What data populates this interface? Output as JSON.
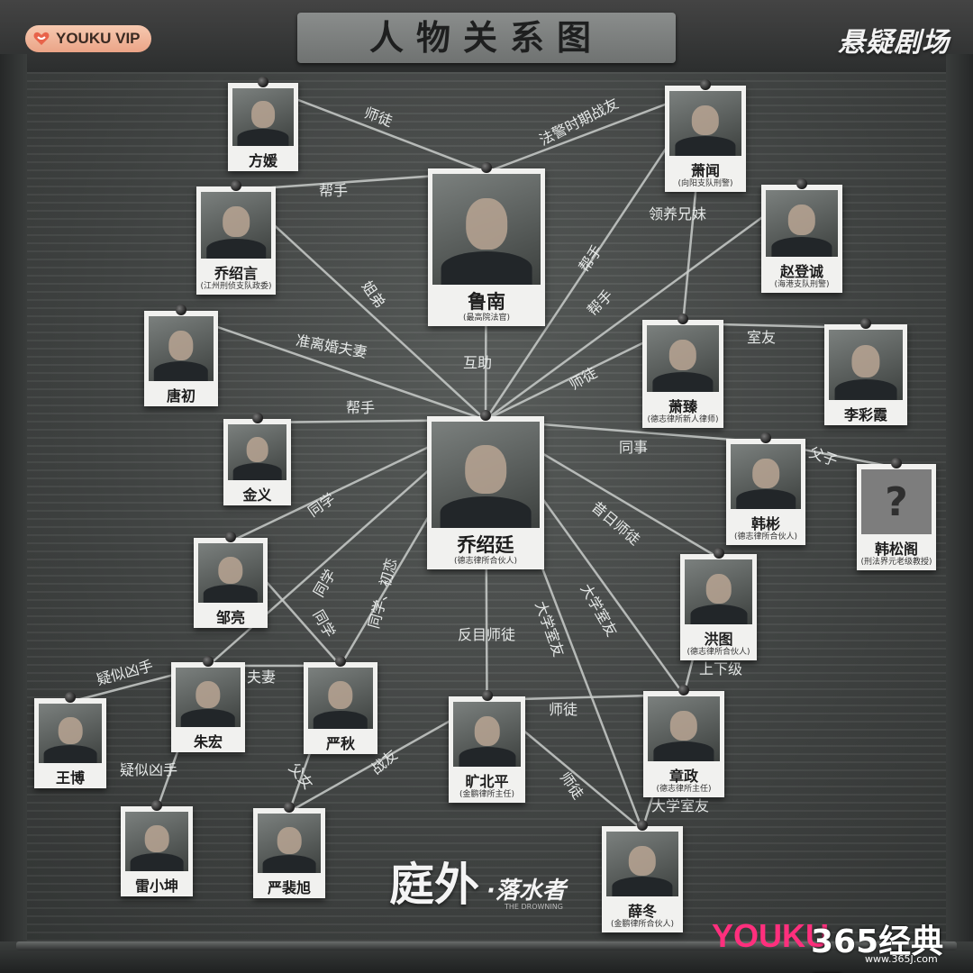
{
  "header": {
    "vip_label": "YOUKU VIP",
    "title": "人物关系图",
    "channel": "悬疑剧场"
  },
  "characters": [
    {
      "id": "fangyuan",
      "name": "方媛",
      "role": ""
    },
    {
      "id": "xiaowen",
      "name": "萧闻",
      "role": "(向阳支队刑警)"
    },
    {
      "id": "qiaoshaoyan",
      "name": "乔绍言",
      "role": "(江州刑侦支队政委)"
    },
    {
      "id": "lunan",
      "name": "鲁南",
      "role": "(最高院法官)"
    },
    {
      "id": "zhaozhicheng",
      "name": "赵登诚",
      "role": "(海港支队刑警)"
    },
    {
      "id": "tangchu",
      "name": "唐初",
      "role": ""
    },
    {
      "id": "xiaozhen",
      "name": "萧臻",
      "role": "(德志律所新人律师)"
    },
    {
      "id": "licaixia",
      "name": "李彩霞",
      "role": ""
    },
    {
      "id": "jinyi",
      "name": "金义",
      "role": ""
    },
    {
      "id": "qiaoshaoting",
      "name": "乔绍廷",
      "role": "(德志律所合伙人)"
    },
    {
      "id": "hanbin",
      "name": "韩彬",
      "role": "(德志律所合伙人)"
    },
    {
      "id": "hansongge",
      "name": "韩松阁",
      "role": "(刑法界元老级教授)",
      "unknown": true
    },
    {
      "id": "zouliang",
      "name": "邹亮",
      "role": ""
    },
    {
      "id": "hongtu",
      "name": "洪图",
      "role": "(德志律所合伙人)"
    },
    {
      "id": "zhuhong",
      "name": "朱宏",
      "role": ""
    },
    {
      "id": "yanqiu",
      "name": "严秋",
      "role": ""
    },
    {
      "id": "wangbo",
      "name": "王博",
      "role": ""
    },
    {
      "id": "kuangbeiping",
      "name": "旷北平",
      "role": "(金鹏律所主任)"
    },
    {
      "id": "zhangzheng",
      "name": "章政",
      "role": "(德志律所主任)"
    },
    {
      "id": "leixiaokun",
      "name": "雷小坤",
      "role": ""
    },
    {
      "id": "yanfeixu",
      "name": "严裴旭",
      "role": ""
    },
    {
      "id": "xuedong",
      "name": "薛冬",
      "role": "(金鹏律所合伙人)"
    }
  ],
  "relations": [
    {
      "from": "fangyuan",
      "to": "lunan",
      "label": "师徒"
    },
    {
      "from": "xiaowen",
      "to": "lunan",
      "label": "法警时期战友"
    },
    {
      "from": "qiaoshaoyan",
      "to": "lunan",
      "label": "帮手"
    },
    {
      "from": "qiaoshaoyan",
      "to": "qiaoshaoting",
      "label": "姐弟"
    },
    {
      "from": "tangchu",
      "to": "qiaoshaoting",
      "label": "准离婚夫妻"
    },
    {
      "from": "lunan",
      "to": "qiaoshaoting",
      "label": "互助"
    },
    {
      "from": "xiaowen",
      "to": "qiaoshaoting",
      "label": "帮手"
    },
    {
      "from": "zhaozhicheng",
      "to": "qiaoshaoting",
      "label": "帮手"
    },
    {
      "from": "xiaowen",
      "to": "xiaozhen",
      "label": "领养兄妹"
    },
    {
      "from": "xiaozhen",
      "to": "qiaoshaoting",
      "label": "师徒"
    },
    {
      "from": "xiaozhen",
      "to": "licaixia",
      "label": "室友"
    },
    {
      "from": "jinyi",
      "to": "qiaoshaoting",
      "label": "帮手"
    },
    {
      "from": "qiaoshaoting",
      "to": "hanbin",
      "label": "同事"
    },
    {
      "from": "hanbin",
      "to": "hansongge",
      "label": "父子"
    },
    {
      "from": "qiaoshaoting",
      "to": "hongtu",
      "label": "昔日师徒"
    },
    {
      "from": "zouliang",
      "to": "qiaoshaoting",
      "label": "同学"
    },
    {
      "from": "zhuhong",
      "to": "qiaoshaoting",
      "label": "同学"
    },
    {
      "from": "zouliang",
      "to": "yanqiu",
      "label": "同学"
    },
    {
      "from": "yanqiu",
      "to": "qiaoshaoting",
      "label": "同学、初恋"
    },
    {
      "from": "qiaoshaoting",
      "to": "kuangbeiping",
      "label": "反目师徒"
    },
    {
      "from": "qiaoshaoting",
      "to": "xuedong",
      "label": "大学室友"
    },
    {
      "from": "qiaoshaoting",
      "to": "zhangzheng",
      "label": "大学室友"
    },
    {
      "from": "hongtu",
      "to": "zhangzheng",
      "label": "上下级"
    },
    {
      "from": "zhuhong",
      "to": "yanqiu",
      "label": "夫妻"
    },
    {
      "from": "zhuhong",
      "to": "wangbo",
      "label": "疑似凶手"
    },
    {
      "from": "zhuhong",
      "to": "leixiaokun",
      "label": "疑似凶手"
    },
    {
      "from": "yanqiu",
      "to": "yanfeixu",
      "label": "父女"
    },
    {
      "from": "kuangbeiping",
      "to": "yanfeixu",
      "label": "战友"
    },
    {
      "from": "kuangbeiping",
      "to": "zhangzheng",
      "label": "师徒"
    },
    {
      "from": "kuangbeiping",
      "to": "xuedong",
      "label": "师徒"
    },
    {
      "from": "zhangzheng",
      "to": "xuedong",
      "label": "大学室友"
    }
  ],
  "footer": {
    "show_title": "庭外",
    "show_subtitle": "·落水者",
    "show_english": "THE DROWNING",
    "youku_mark": "YOUKU",
    "site_mark": "365经典网",
    "site_url": "www.365J.com"
  }
}
